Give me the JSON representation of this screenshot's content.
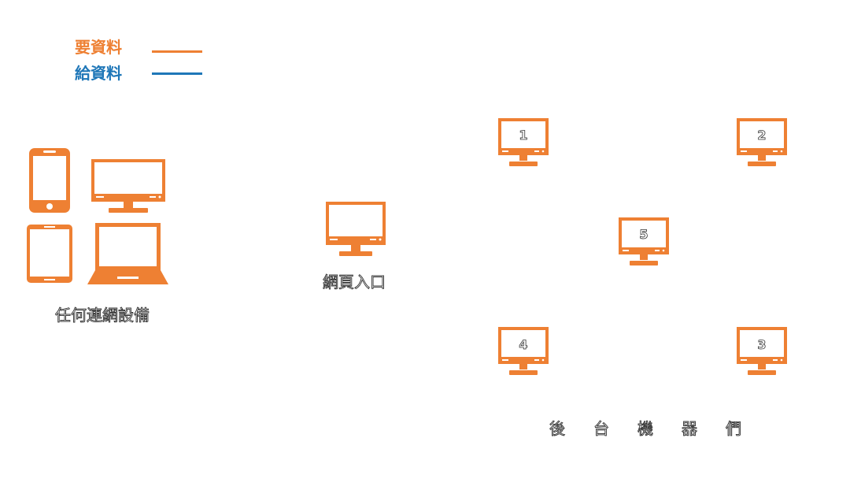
{
  "colors": {
    "orange": "#EE8033",
    "blue": "#1F77B8",
    "screen": "#ffffff",
    "outline_text": "#333333"
  },
  "legend": {
    "request_label": "要資料",
    "give_label": "給資料"
  },
  "devices": {
    "caption": "任何連網設備",
    "icons": [
      "smartphone-icon",
      "monitor-icon",
      "tablet-icon",
      "laptop-icon"
    ]
  },
  "gateway": {
    "caption": "網頁入口",
    "icon": "monitor-icon"
  },
  "servers": {
    "caption_chars": [
      "後",
      "台",
      "機",
      "器",
      "們"
    ],
    "nodes": [
      {
        "label": "1"
      },
      {
        "label": "2"
      },
      {
        "label": "5"
      },
      {
        "label": "4"
      },
      {
        "label": "3"
      }
    ]
  }
}
